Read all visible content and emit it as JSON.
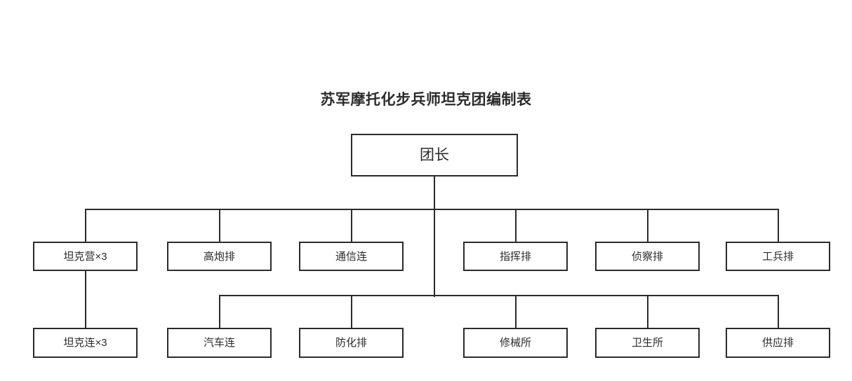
{
  "title": "苏军摩托化步兵师坦克团编制表",
  "chart_data": {
    "type": "diagram",
    "diagram_kind": "organization-chart",
    "title": "苏军摩托化步兵师坦克团编制表",
    "orientation": "top-down",
    "nodes": [
      {
        "id": "root",
        "label": "团长",
        "level": 0
      },
      {
        "id": "tank_bn",
        "label": "坦克营×3",
        "level": 1
      },
      {
        "id": "aa_pl",
        "label": "高炮排",
        "level": 1
      },
      {
        "id": "signal_co",
        "label": "通信连",
        "level": 1
      },
      {
        "id": "hq_pl",
        "label": "指挥排",
        "level": 1
      },
      {
        "id": "recon_pl",
        "label": "侦察排",
        "level": 1
      },
      {
        "id": "eng_pl",
        "label": "工兵排",
        "level": 1
      },
      {
        "id": "tank_co",
        "label": "坦克连×3",
        "level": 2
      },
      {
        "id": "truck_co",
        "label": "汽车连",
        "level": 2
      },
      {
        "id": "chem_pl",
        "label": "防化排",
        "level": 2
      },
      {
        "id": "repair",
        "label": "修械所",
        "level": 2
      },
      {
        "id": "medical",
        "label": "卫生所",
        "level": 2
      },
      {
        "id": "supply_pl",
        "label": "供应排",
        "level": 2
      }
    ],
    "edges": [
      {
        "from": "root",
        "to": "tank_bn"
      },
      {
        "from": "root",
        "to": "aa_pl"
      },
      {
        "from": "root",
        "to": "signal_co"
      },
      {
        "from": "root",
        "to": "hq_pl"
      },
      {
        "from": "root",
        "to": "recon_pl"
      },
      {
        "from": "root",
        "to": "eng_pl"
      },
      {
        "from": "tank_bn",
        "to": "tank_co"
      },
      {
        "from": "root",
        "to": "truck_co"
      },
      {
        "from": "root",
        "to": "chem_pl"
      },
      {
        "from": "root",
        "to": "repair"
      },
      {
        "from": "root",
        "to": "medical"
      },
      {
        "from": "root",
        "to": "supply_pl"
      }
    ],
    "colors": {
      "line": "#2b2b2b",
      "box_fill": "#ffffff",
      "text": "#2b2b2b"
    }
  },
  "nodes": {
    "root": {
      "label": "团长"
    },
    "tank_bn": {
      "label": "坦克营×3"
    },
    "aa_pl": {
      "label": "高炮排"
    },
    "signal_co": {
      "label": "通信连"
    },
    "hq_pl": {
      "label": "指挥排"
    },
    "recon_pl": {
      "label": "侦察排"
    },
    "eng_pl": {
      "label": "工兵排"
    },
    "tank_co": {
      "label": "坦克连×3"
    },
    "truck_co": {
      "label": "汽车连"
    },
    "chem_pl": {
      "label": "防化排"
    },
    "repair": {
      "label": "修械所"
    },
    "medical": {
      "label": "卫生所"
    },
    "supply_pl": {
      "label": "供应排"
    }
  }
}
